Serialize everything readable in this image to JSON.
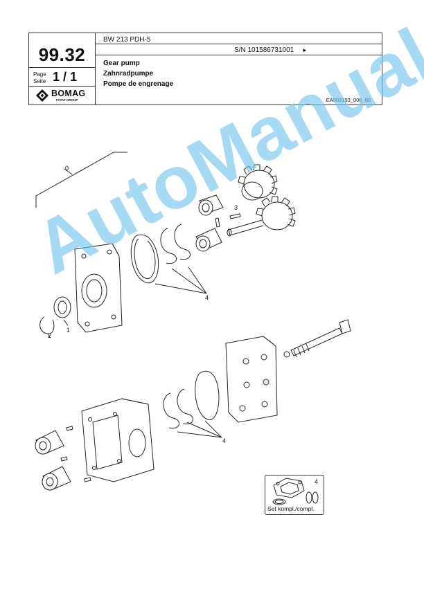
{
  "header": {
    "model": "BW 213 PDH-5",
    "serial": "S/N 101586731001",
    "serial_arrow": "►",
    "group_no": "99.32",
    "page_label_en": "Page",
    "page_label_de": "Seite",
    "page_value": "1 / 1",
    "title_en": "Gear pump",
    "title_de": "Zahnradpumpe",
    "title_fr": "Pompe de engrenage",
    "doc_code": "EA002193_000_00"
  },
  "logo": {
    "word": "BOMAG",
    "sub": "FAYAT GROUP"
  },
  "callouts": {
    "c0": "0",
    "c1": "1",
    "c2": "2",
    "c3": "3",
    "c4a": "4",
    "c4b": "4",
    "c4kit": "4"
  },
  "kit": {
    "label": "Set kompl./compl."
  },
  "watermark": "AutoManual"
}
